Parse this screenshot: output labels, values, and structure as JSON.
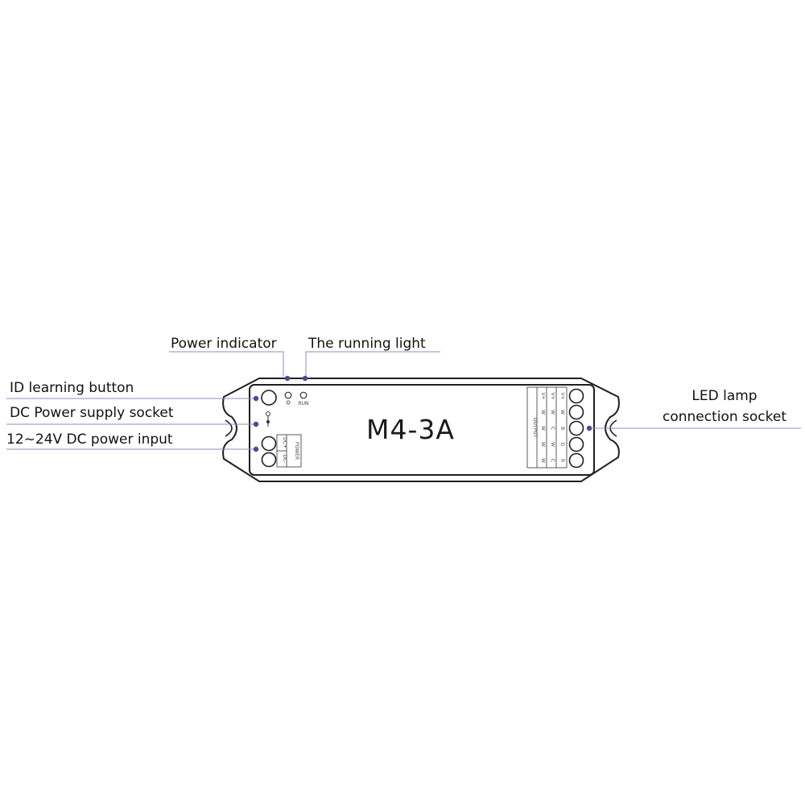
{
  "diagram": {
    "model": "M4-3A",
    "callouts": {
      "power_indicator": "Power indicator",
      "running_light": "The running light",
      "id_learning_button": "ID learning button",
      "dc_power_socket": "DC Power supply socket",
      "dc_power_input": "12~24V DC power input",
      "led_socket_line1": "LED lamp",
      "led_socket_line2": "connection socket"
    },
    "device_text": {
      "run": "RUN",
      "power_block_title": "POWER",
      "dc_plus": "DC+",
      "dc_minus": "DC-",
      "output_title": "OUTPUT",
      "output_rows": [
        [
          "V+",
          "V+",
          "V+"
        ],
        [
          "W",
          "W",
          "W"
        ],
        [
          "W",
          "C",
          "B"
        ],
        [
          "W",
          "W",
          "G"
        ],
        [
          "W",
          "C",
          "R"
        ]
      ]
    },
    "colors": {
      "outline": "#1f1f1f",
      "callout_line": "#8c8cc0",
      "callout_dot": "#4a4a99"
    }
  }
}
